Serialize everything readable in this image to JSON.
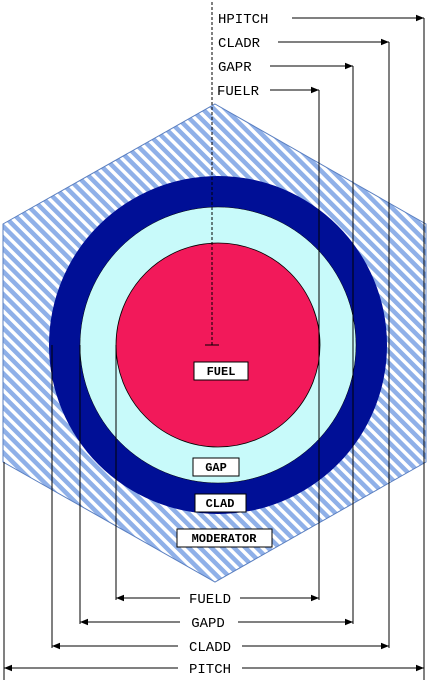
{
  "radius_labels": {
    "hpitch": "HPITCH",
    "cladr": "CLADR",
    "gapr": "GAPR",
    "fuelr": "FUELR"
  },
  "region_labels": {
    "fuel": "FUEL",
    "gap": "GAP",
    "clad": "CLAD",
    "moderator": "MODERATOR"
  },
  "diameter_labels": {
    "fueld": "FUELD",
    "gapd": "GAPD",
    "cladd": "CLADD",
    "pitch": "PITCH"
  },
  "colors": {
    "moderator_stripe": "#8fb0e8",
    "clad": "#000f96",
    "gap": "#c8fafa",
    "fuel": "#f2195a"
  }
}
